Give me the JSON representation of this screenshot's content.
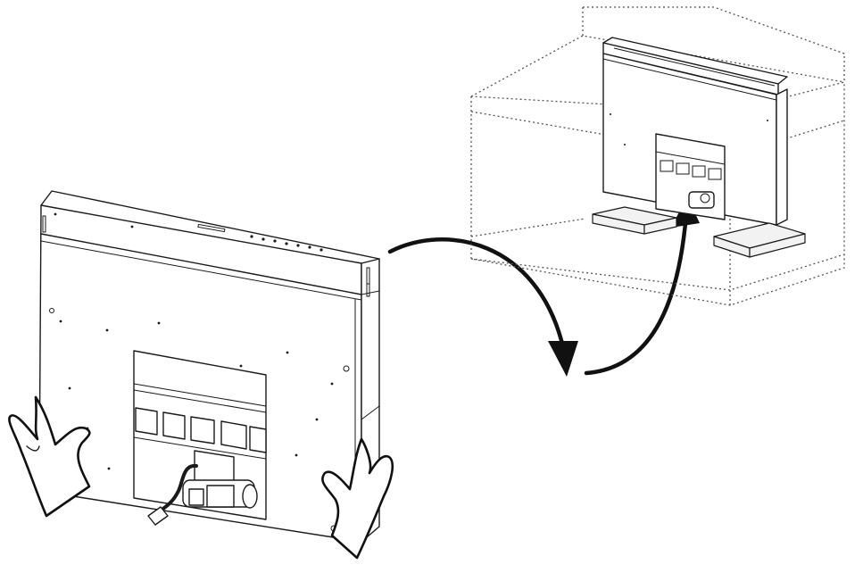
{
  "diagram": {
    "description_visible_text": [],
    "illustration": "installation-sequence",
    "colors": {
      "line": "#1a1a1a",
      "background": "#ffffff",
      "arrow": "#111111"
    },
    "icons": [
      "downdraft-unit",
      "hands",
      "cabinet-dotted",
      "curved-arrow-down",
      "curved-arrow-up"
    ]
  }
}
